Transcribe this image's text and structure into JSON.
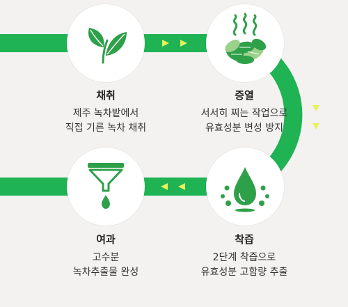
{
  "colors": {
    "band": "#1fb353",
    "icon": "#2fa04a",
    "icon_light": "#9bd18a",
    "arrow": "#e7f25a",
    "background": "#f3f2f0"
  },
  "steps": [
    {
      "title": "채취",
      "lines": [
        "제주 녹차밭에서",
        "직접 기른 녹차 채취"
      ],
      "icon": "tea-leaf-icon"
    },
    {
      "title": "증열",
      "lines": [
        "서서히 찌는 작업으로",
        "유효성분 변성 방지"
      ],
      "icon": "steamed-leaves-icon"
    },
    {
      "title": "착즙",
      "lines": [
        "2단계 착즙으로",
        "유효성분 고함량 추출"
      ],
      "icon": "juice-drop-icon"
    },
    {
      "title": "여과",
      "lines": [
        "고수분",
        "녹차추출물 완성"
      ],
      "icon": "filter-funnel-icon"
    }
  ]
}
